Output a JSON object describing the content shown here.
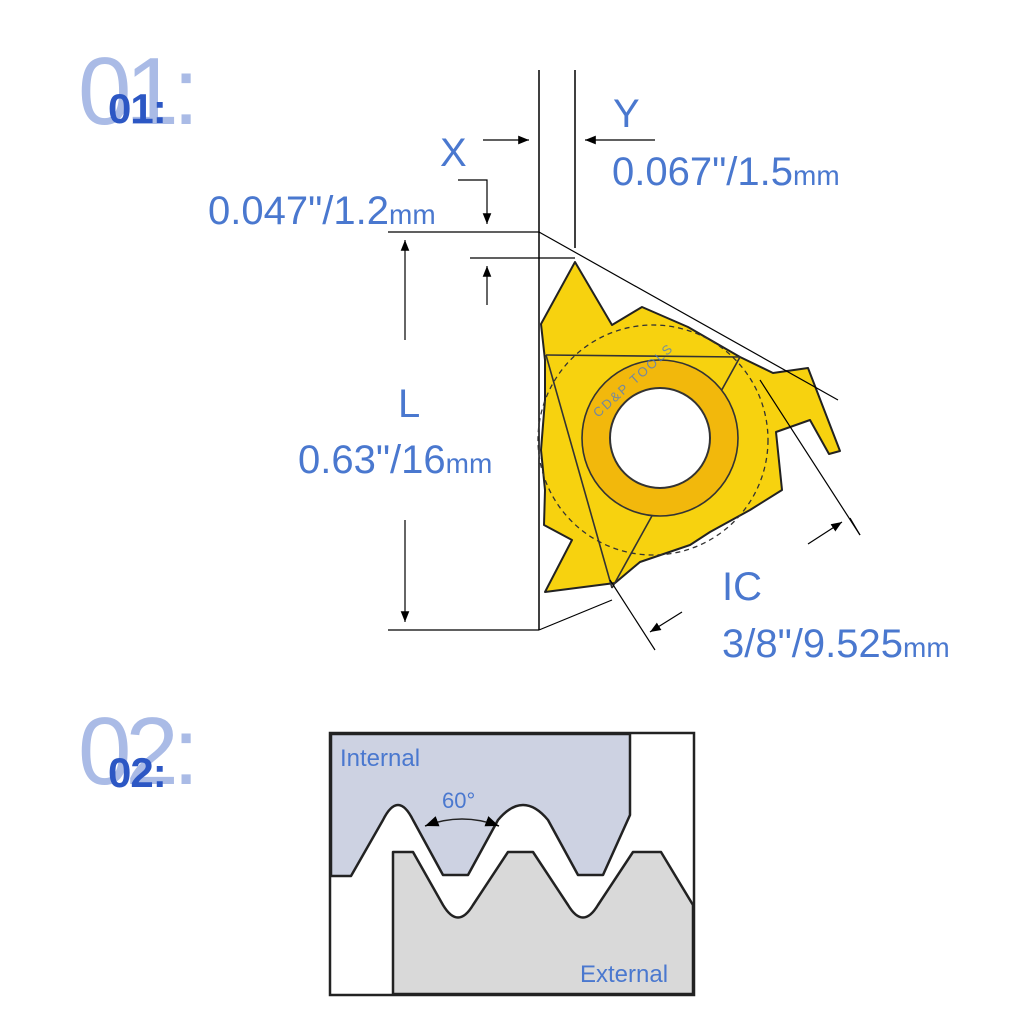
{
  "sections": [
    {
      "big": "01:",
      "small": "01:"
    },
    {
      "big": "02:",
      "small": "02:"
    }
  ],
  "dims": {
    "x": {
      "label": "X",
      "value": "0.047\"/1.2",
      "unit": "mm"
    },
    "y": {
      "label": "Y",
      "value": "0.067\"/1.5",
      "unit": "mm"
    },
    "l": {
      "label": "L",
      "value": "0.63\"/16",
      "unit": "mm"
    },
    "ic": {
      "label": "IC",
      "value": "3/8\"/9.525",
      "unit": "mm"
    }
  },
  "insert_watermark": "CD&P TOOLS",
  "thread": {
    "internal": "Internal",
    "external": "External",
    "angle": "60°"
  },
  "colors": {
    "accent": "#4a78cf",
    "insert": "#f7d20f",
    "internal_fill": "#cdd2e2",
    "external_fill": "#d9d9d9"
  }
}
